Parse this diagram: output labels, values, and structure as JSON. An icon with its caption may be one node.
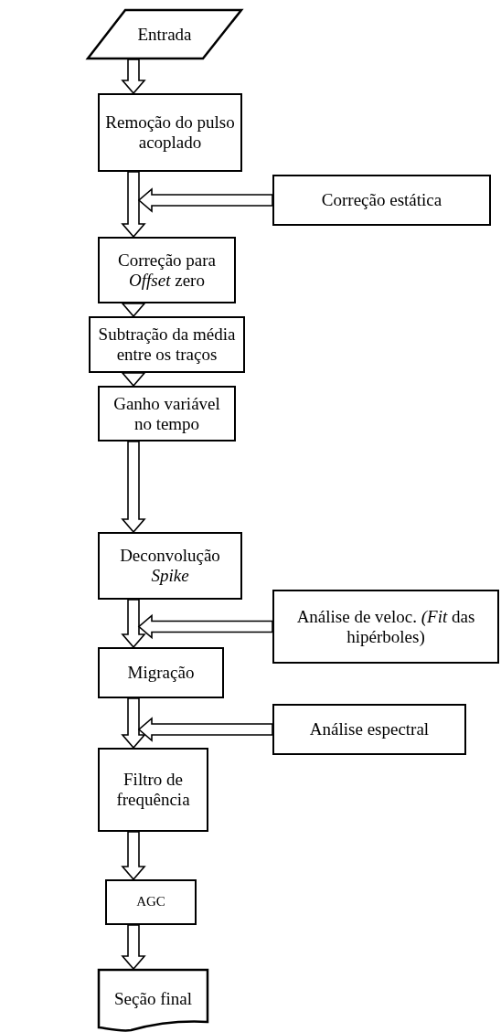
{
  "diagram": {
    "nodes": [
      {
        "text": [
          "Entrada"
        ]
      },
      {
        "text": [
          "Remoção do pulso acoplado"
        ]
      },
      {
        "text": [
          "Correção estática"
        ]
      },
      {
        "text": [
          "Correção para *Offset* zero"
        ]
      },
      {
        "text": [
          "Subtração da média entre os traços"
        ]
      },
      {
        "text": [
          "Ganho variável no tempo"
        ]
      },
      {
        "text": [
          "Deconvolução *Spike*"
        ]
      },
      {
        "text": [
          "Análise de veloc. *(Fit* das hipérboles)"
        ]
      },
      {
        "text": [
          "Migração"
        ]
      },
      {
        "text": [
          "Análise espectral"
        ]
      },
      {
        "text": [
          "Filtro de frequência"
        ]
      },
      {
        "text": [
          "AGC"
        ]
      },
      {
        "text": [
          "Seção final"
        ]
      }
    ],
    "edges": [
      {
        "from": 0,
        "to": 1,
        "arrow": "to"
      },
      {
        "from": 1,
        "to": 3,
        "arrow": "to"
      },
      {
        "from": 2,
        "to": 3,
        "arrow": "to"
      },
      {
        "from": 3,
        "to": 4,
        "arrow": "to"
      },
      {
        "from": 4,
        "to": 5,
        "arrow": "to"
      },
      {
        "from": 5,
        "to": 6,
        "arrow": "to"
      },
      {
        "from": 6,
        "to": 8,
        "arrow": "to"
      },
      {
        "from": 7,
        "to": 8,
        "arrow": "to"
      },
      {
        "from": 8,
        "to": 10,
        "arrow": "to"
      },
      {
        "from": 9,
        "to": 10,
        "arrow": "to"
      },
      {
        "from": 10,
        "to": 11,
        "arrow": "to"
      },
      {
        "from": 11,
        "to": 12,
        "arrow": "to"
      }
    ]
  }
}
